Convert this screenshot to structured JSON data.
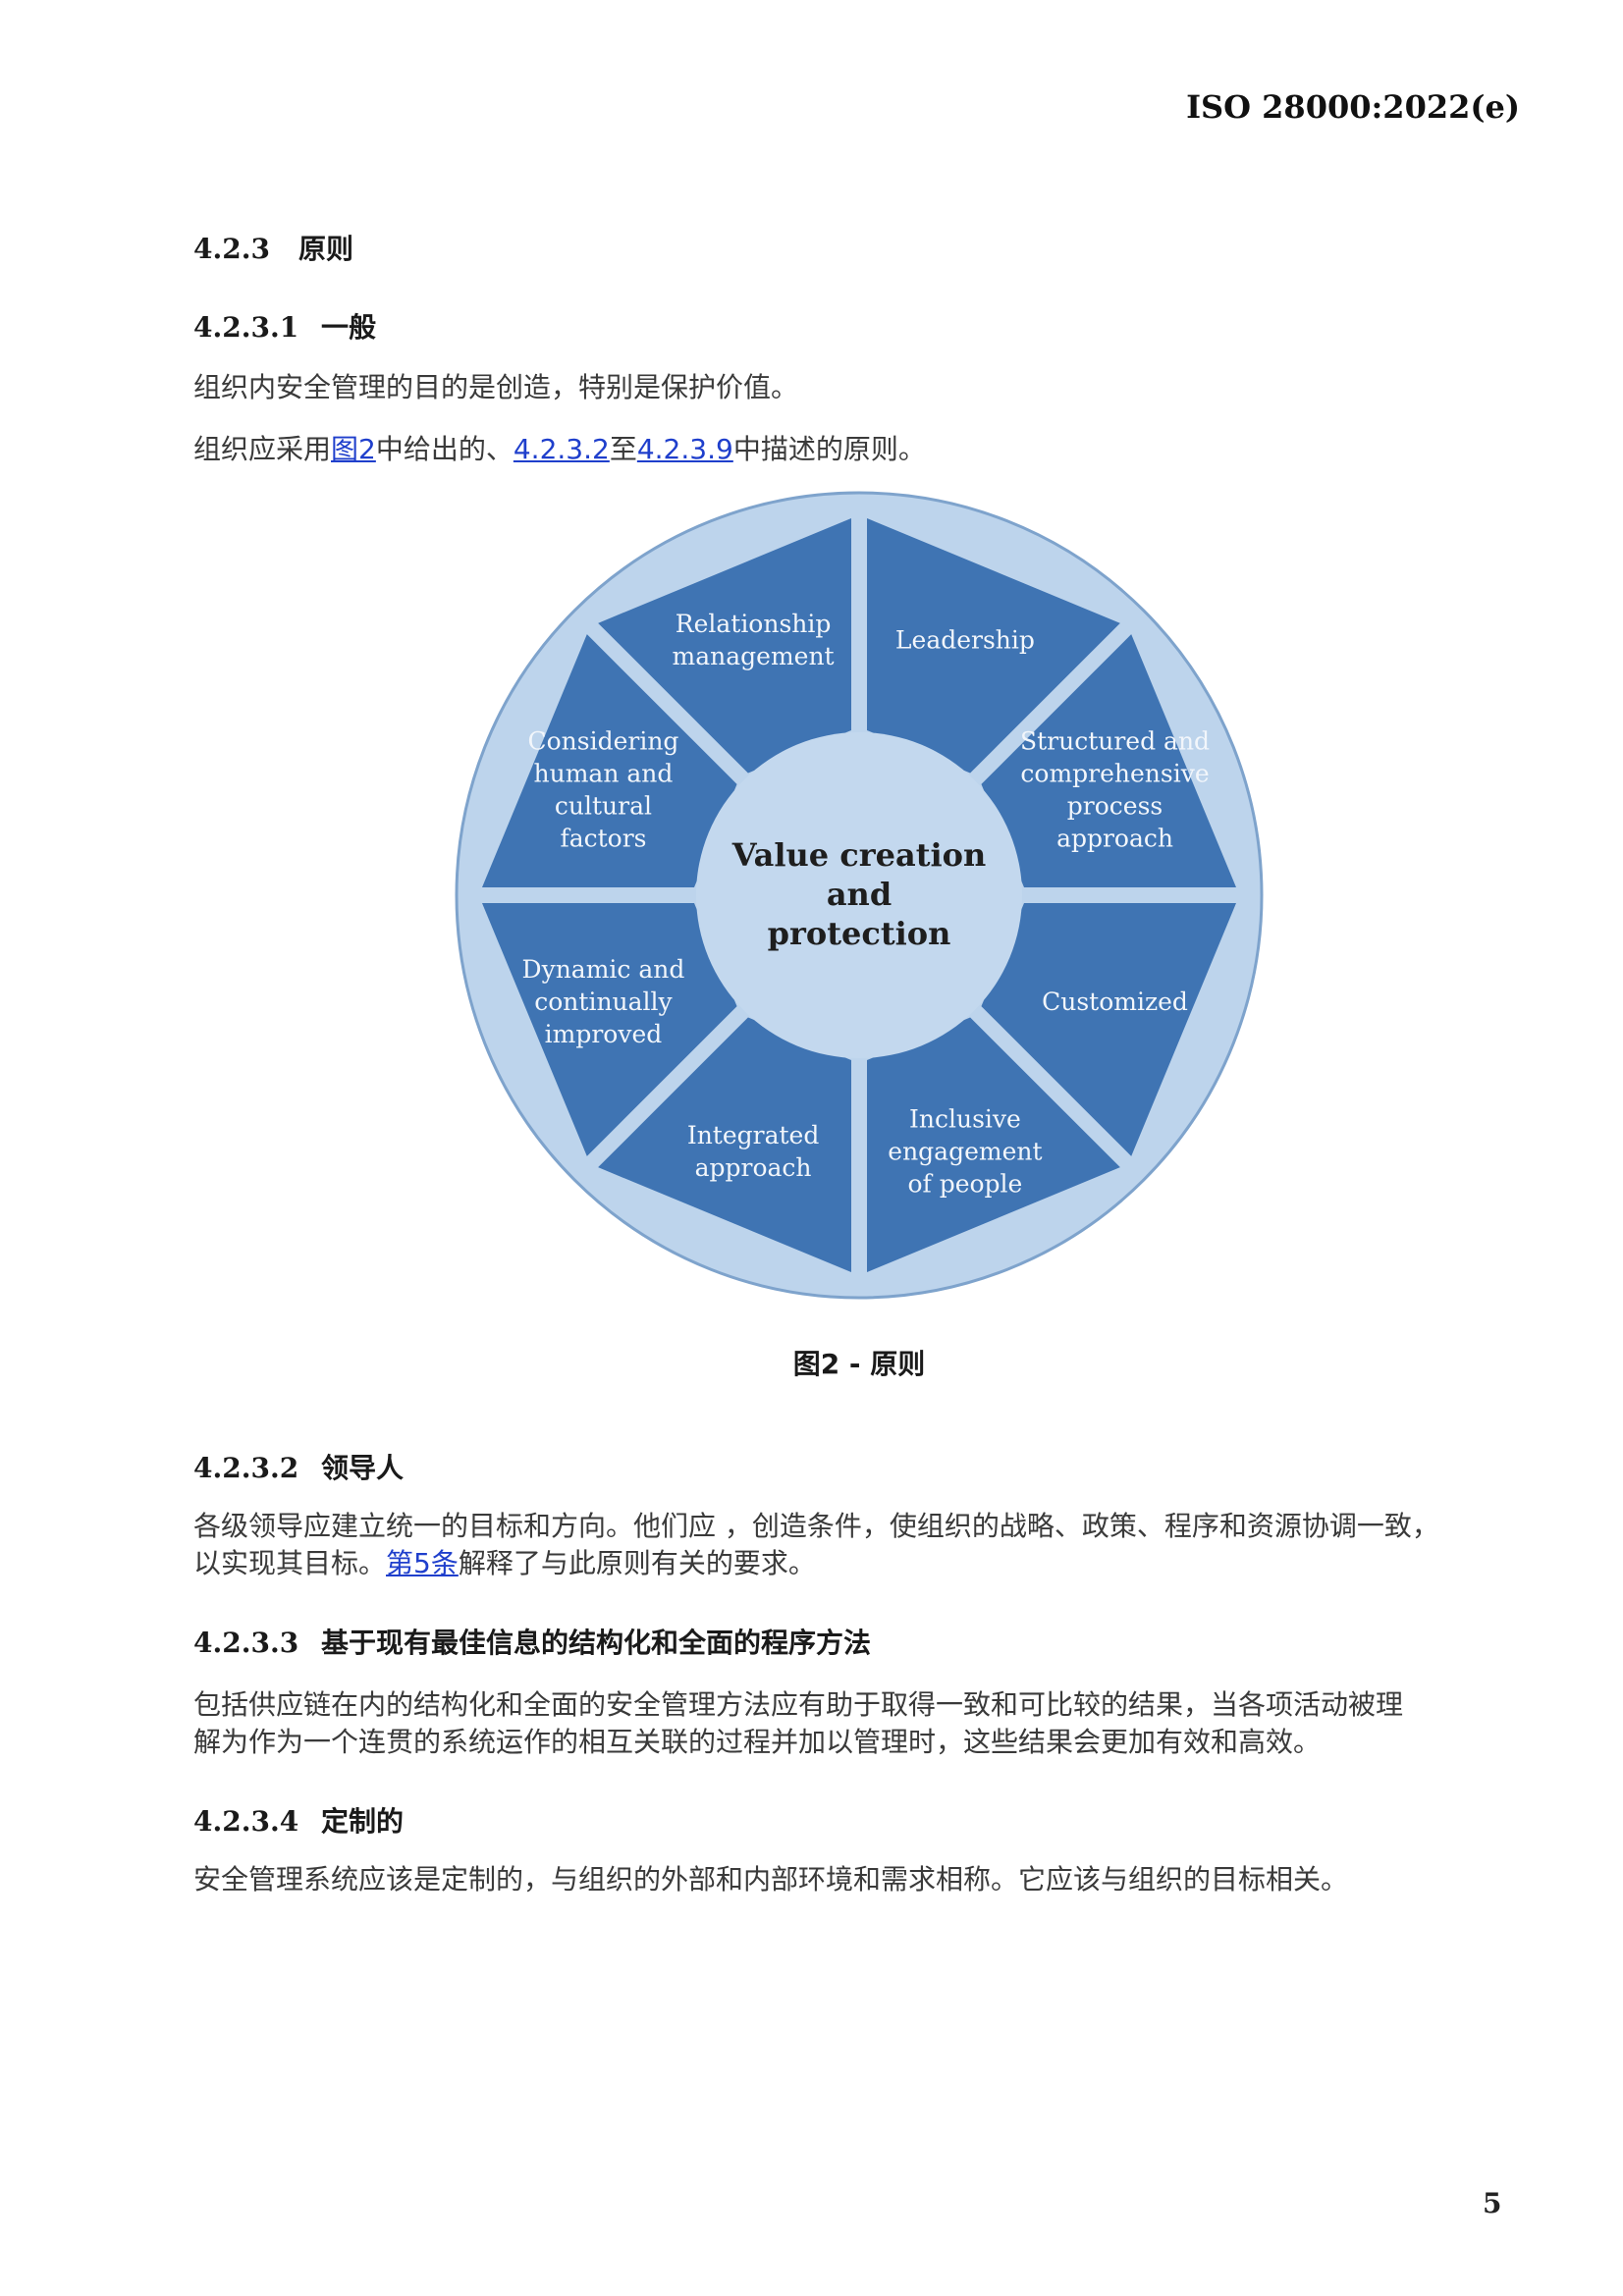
{
  "header": {
    "doc_id": "ISO 28000:2022(e)"
  },
  "sections": {
    "s423": {
      "num": "4.2.3",
      "title": "原则"
    },
    "s4231": {
      "num": "4.2.3.1",
      "title": "一般",
      "para1": "组织内安全管理的目的是创造，特别是保护价值。",
      "para2": {
        "t1": "组织应采用",
        "link1": "图2",
        "t2": "中给出的、",
        "link2": "4.2.3.2",
        "t3": "至",
        "link3": "4.2.3.9",
        "t4": "中描述的原则。"
      }
    },
    "s4232": {
      "num": "4.2.3.2",
      "title": "领导人",
      "line1": "各级领导应建立统一的目标和方向。他们应 ，创造条件，使组织的战略、政策、程序和资源协调一致，",
      "line2_a": "以实现其目标。",
      "link": "第5条",
      "line2_b": "解释了与此原则有关的要求。"
    },
    "s4233": {
      "num": "4.2.3.3",
      "title": "基于现有最佳信息的结构化和全面的程序方法",
      "line1": "包括供应链在内的结构化和全面的安全管理方法应有助于取得一致和可比较的结果，当各项活动被理",
      "line2": "解为作为一个连贯的系统运作的相互关联的过程并加以管理时，这些结果会更加有效和高效。"
    },
    "s4234": {
      "num": "4.2.3.4",
      "title": "定制的",
      "line1": "安全管理系统应该是定制的，与组织的外部和内部环境和需求相称。它应该与组织的目标相关。"
    }
  },
  "diagram": {
    "center": [
      "Value creation",
      "and",
      "protection"
    ],
    "segments": [
      {
        "lines": [
          "Leadership"
        ]
      },
      {
        "lines": [
          "Structured and",
          "comprehensive",
          "process",
          "approach"
        ]
      },
      {
        "lines": [
          "Customized"
        ]
      },
      {
        "lines": [
          "Inclusive",
          "engagement",
          "of people"
        ]
      },
      {
        "lines": [
          "Integrated",
          "approach"
        ]
      },
      {
        "lines": [
          "Dynamic and",
          "continually",
          "improved"
        ]
      },
      {
        "lines": [
          "Considering",
          "human and",
          "cultural",
          "factors"
        ]
      },
      {
        "lines": [
          "Relationship",
          "management"
        ]
      }
    ],
    "colors": {
      "segment": "#3f74b3",
      "ring": "#bdd4ec",
      "ring_border": "#7ea3cc",
      "center": "#c3d8ee"
    }
  },
  "caption": "图2 - 原则",
  "page_number": "5"
}
